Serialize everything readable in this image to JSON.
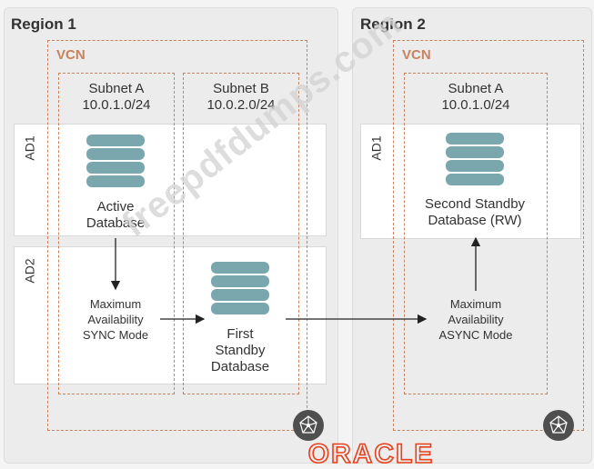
{
  "regions": [
    {
      "title": "Region 1",
      "vcn_label": "VCN",
      "subnets": [
        {
          "name": "Subnet A",
          "cidr": "10.0.1.0/24"
        },
        {
          "name": "Subnet B",
          "cidr": "10.0.2.0/24"
        }
      ],
      "ads": [
        "AD1",
        "AD2"
      ]
    },
    {
      "title": "Region 2",
      "vcn_label": "VCN",
      "subnets": [
        {
          "name": "Subnet A",
          "cidr": "10.0.1.0/24"
        }
      ],
      "ads": [
        "AD1"
      ]
    }
  ],
  "databases": {
    "active": [
      "Active",
      "Database"
    ],
    "first_standby": [
      "First",
      "Standby",
      "Database"
    ],
    "second_standby": [
      "Second Standby",
      "Database (RW)"
    ]
  },
  "modes": {
    "sync": [
      "Maximum",
      "Availability",
      "SYNC Mode"
    ],
    "async": [
      "Maximum",
      "Availability",
      "ASYNC Mode"
    ]
  },
  "watermark": "freepdfdumps.com",
  "logo": "ORACLE",
  "colors": {
    "accent_orange": "#c8825e",
    "db_teal": "#7aa7ae",
    "logo_red": "#e8401c",
    "hub_dark": "#4f4f4f"
  },
  "icons": [
    "database-icon",
    "service-gateway-icon",
    "oracle-logo"
  ]
}
